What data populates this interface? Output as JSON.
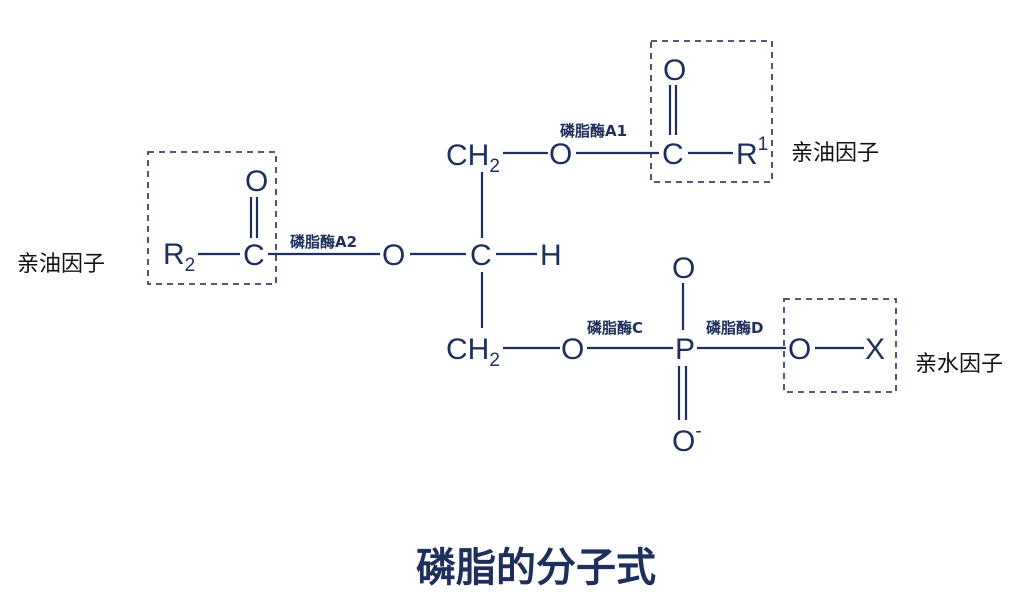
{
  "title": "磷脂的分子式",
  "labels": {
    "lipophilic_left": "亲油因子",
    "lipophilic_right": "亲油因子",
    "hydrophilic": "亲水因子"
  },
  "enzymes": {
    "a1": "磷脂酶A1",
    "a2": "磷脂酶A2",
    "c": "磷脂酶C",
    "d": "磷脂酶D"
  },
  "atoms": {
    "ch2": "CH",
    "ch2_sub": "2",
    "o": "O",
    "c": "C",
    "h": "H",
    "p": "P",
    "x": "X",
    "r": "R",
    "r1_sup": "1",
    "r2_sub": "2",
    "o_minus": "O",
    "minus": "-"
  }
}
